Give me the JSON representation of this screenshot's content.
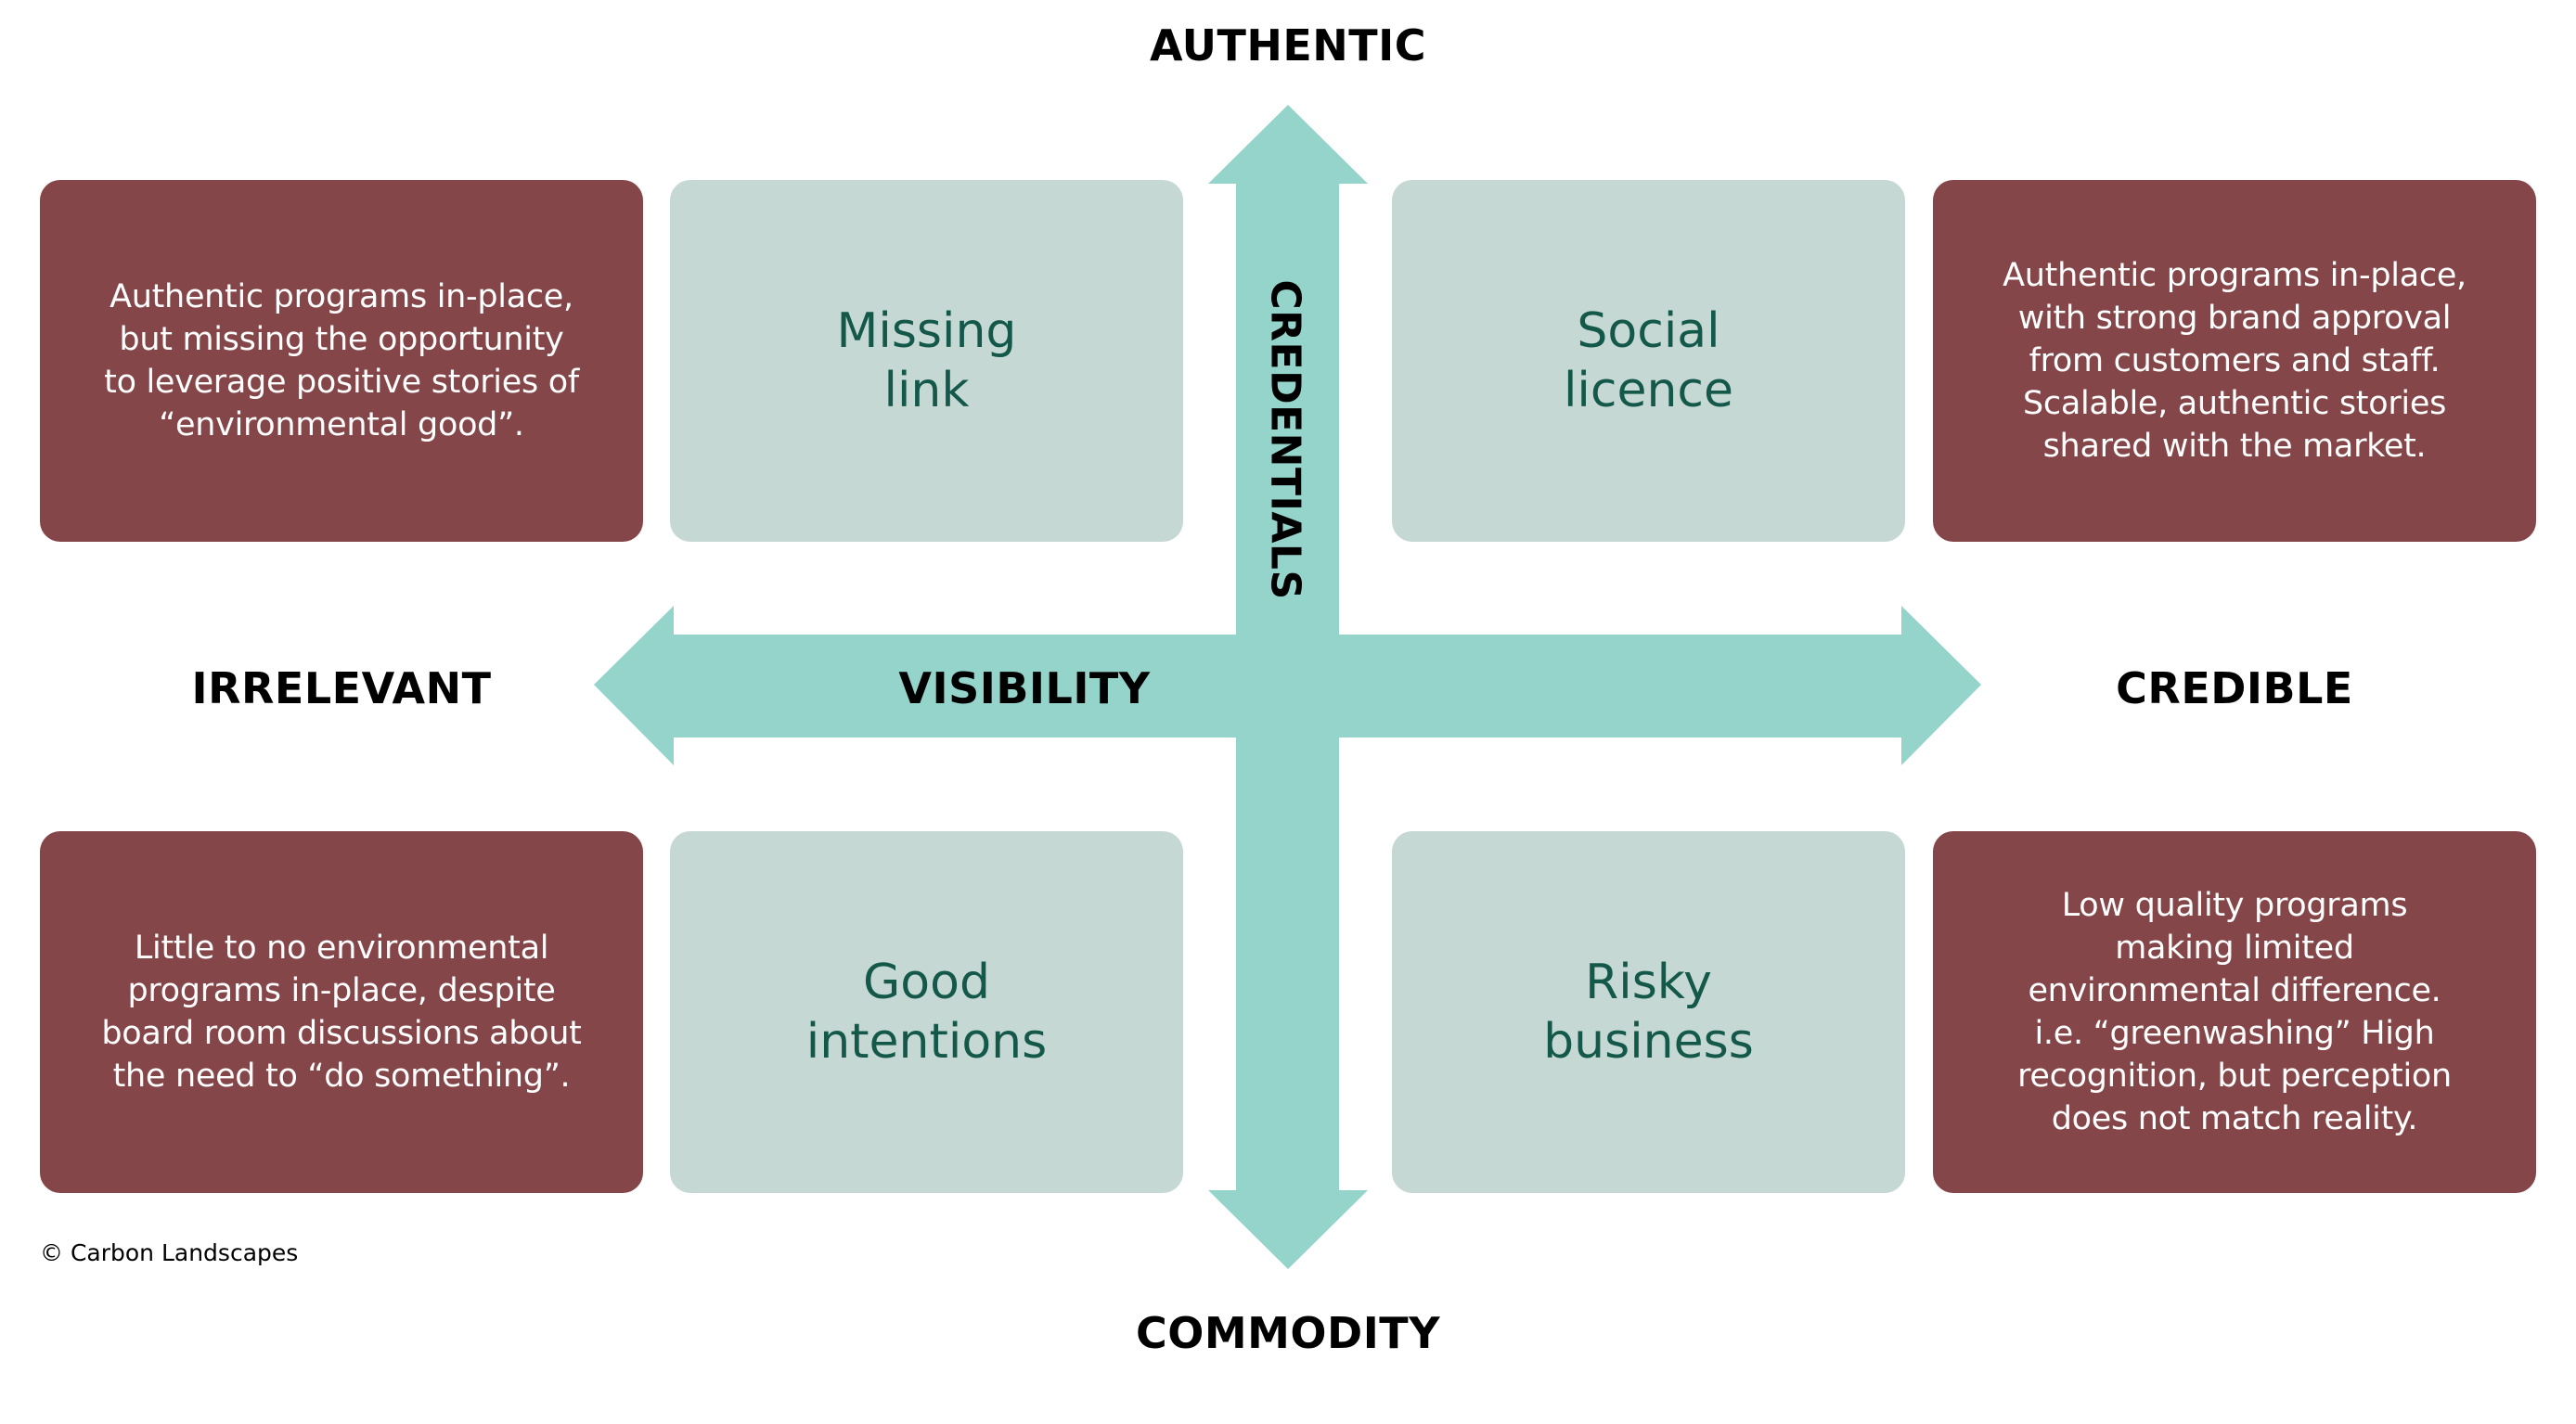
{
  "colors": {
    "description_box": "#844648",
    "quadrant_box": "#c5d8d4",
    "quadrant_text": "#14584a",
    "arrow": "#94d4cb",
    "label_text": "#000000"
  },
  "axes": {
    "top": "AUTHENTIC",
    "bottom": "COMMODITY",
    "left": "IRRELEVANT",
    "right": "CREDIBLE",
    "horizontal_axis": "VISIBILITY",
    "vertical_axis": "CREDENTIALS"
  },
  "quadrants": {
    "top_left": {
      "title": "Missing\nlink",
      "description": "Authentic programs in-place,\nbut missing the opportunity\nto leverage positive stories of\n“environmental good”."
    },
    "top_right": {
      "title": "Social\nlicence",
      "description": "Authentic programs in-place,\nwith strong brand approval\nfrom customers and staff.\nScalable, authentic stories\nshared with the market."
    },
    "bottom_left": {
      "title": "Good\nintentions",
      "description": "Little to no environmental\nprograms in-place, despite\nboard room discussions about\nthe need to “do something”."
    },
    "bottom_right": {
      "title": "Risky\nbusiness",
      "description": "Low quality programs\nmaking limited\nenvironmental difference.\ni.e. “greenwashing” High\nrecognition, but perception\ndoes not match reality."
    }
  },
  "footer": {
    "copyright": "© Carbon Landscapes"
  }
}
